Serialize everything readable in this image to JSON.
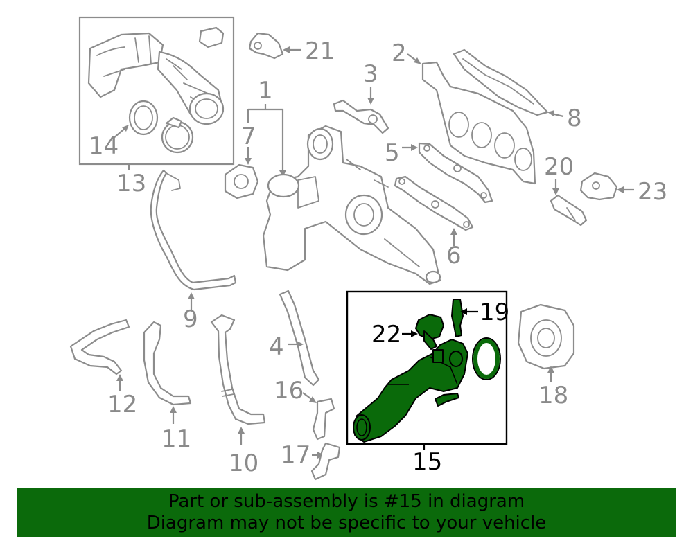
{
  "diagram": {
    "callouts": {
      "c1": "1",
      "c2": "2",
      "c3": "3",
      "c4": "4",
      "c5": "5",
      "c6": "6",
      "c7": "7",
      "c8": "8",
      "c9": "9",
      "c10": "10",
      "c11": "11",
      "c12": "12",
      "c13": "13",
      "c14": "14",
      "c15": "15",
      "c16": "16",
      "c17": "17",
      "c18": "18",
      "c19": "19",
      "c20": "20",
      "c21": "21",
      "c22": "22",
      "c23": "23"
    },
    "highlighted_part": "15",
    "colors": {
      "highlight_fill": "#0a6a0a",
      "line_gray": "#8c8c8c",
      "banner_bg": "#0b6a0b"
    }
  },
  "banner": {
    "line1": "Part or sub-assembly is #15 in diagram",
    "line2": "Diagram may not be specific to your vehicle"
  }
}
